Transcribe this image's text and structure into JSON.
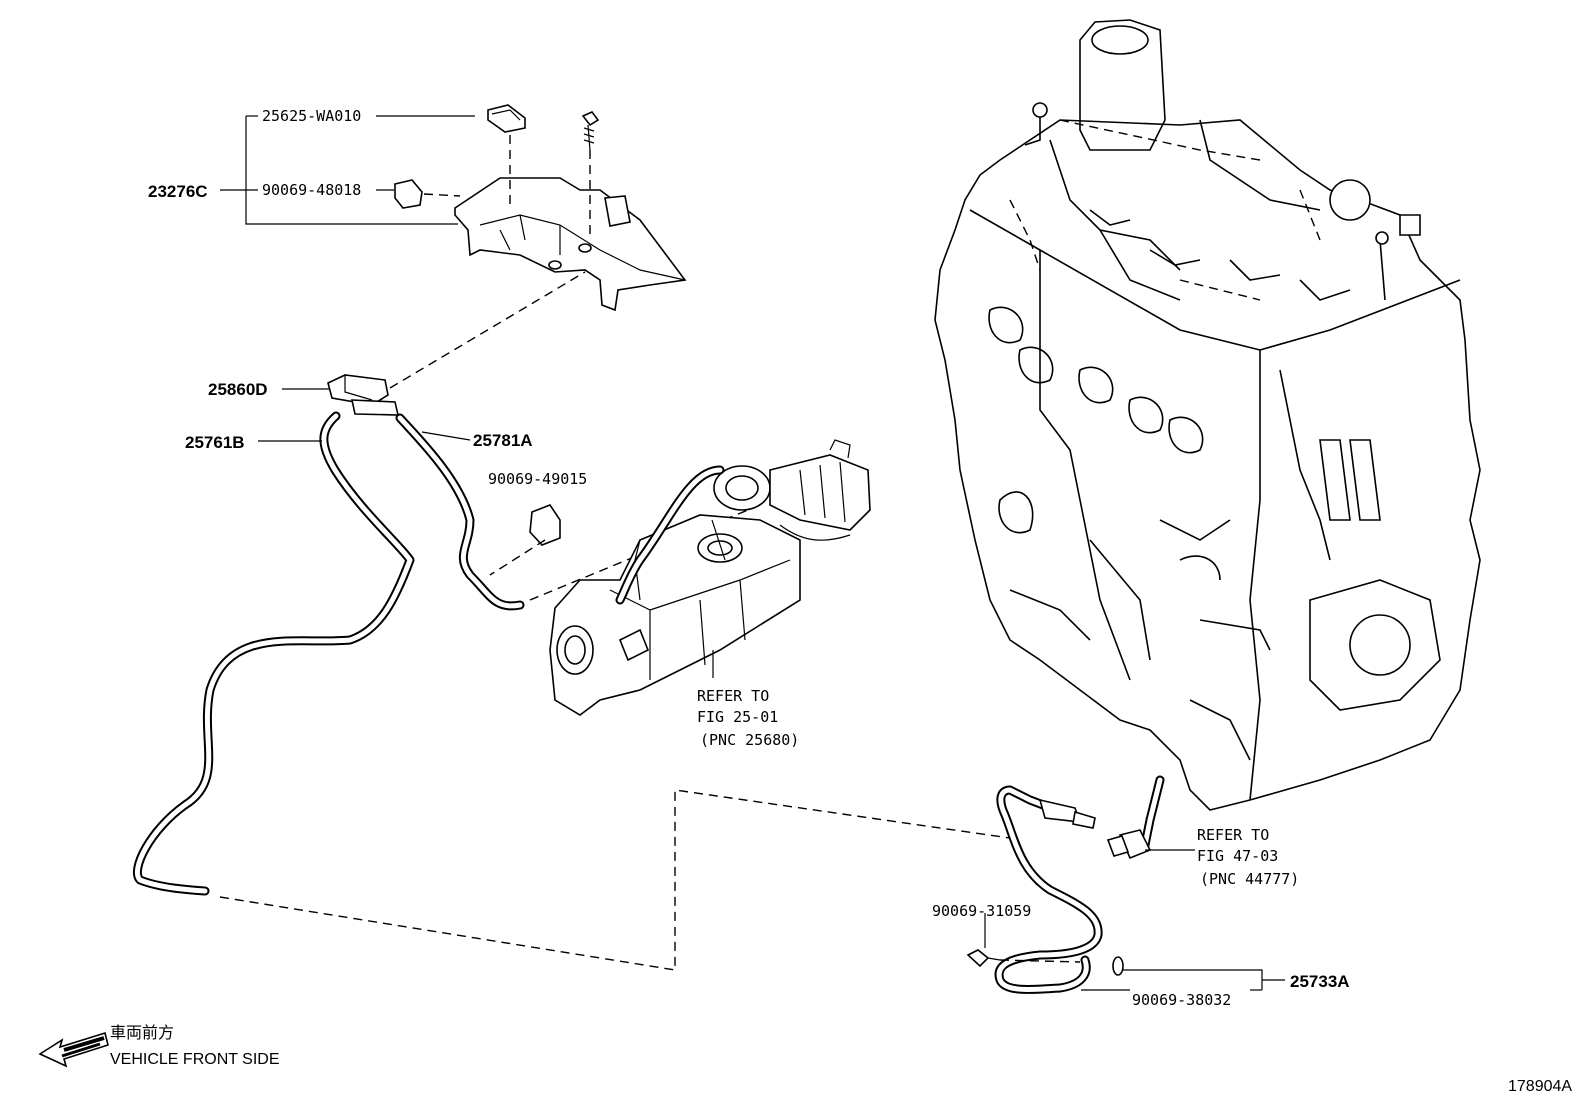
{
  "labels": {
    "p23276C": "23276C",
    "p25625": "25625-WA010",
    "p90069_48018": "90069-48018",
    "p25860D": "25860D",
    "p25761B": "25761B",
    "p25781A": "25781A",
    "p90069_49015": "90069-49015",
    "p90069_31059": "90069-31059",
    "p25733A": "25733A",
    "p90069_38032": "90069-38032"
  },
  "refers": {
    "egr": {
      "line1": "REFER TO",
      "line2": "FIG 25-01",
      "line3": "(PNC 25680)"
    },
    "vac": {
      "line1": "REFER TO",
      "line2": "FIG 47-03",
      "line3": "(PNC 44777)"
    }
  },
  "direction": {
    "jp": "車両前方",
    "en": "VEHICLE FRONT SIDE"
  },
  "figure_id": "178904A"
}
